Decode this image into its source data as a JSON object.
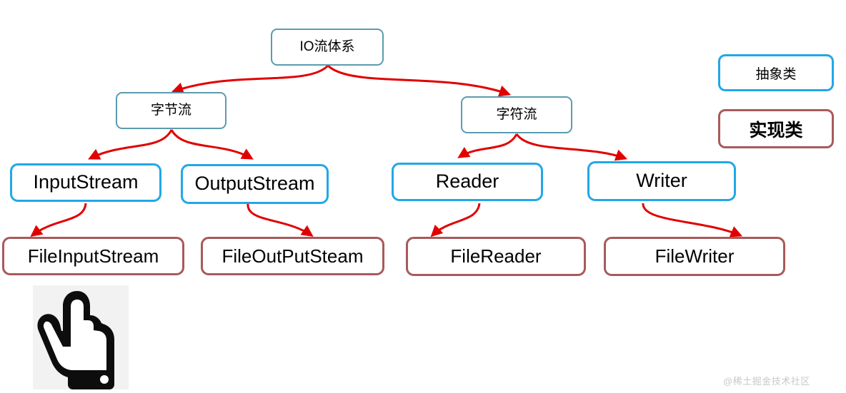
{
  "diagram": {
    "title_node": {
      "label": "IO流体系"
    },
    "level2": [
      {
        "label": "字节流"
      },
      {
        "label": "字符流"
      }
    ],
    "abstract_classes": [
      {
        "label": "InputStream"
      },
      {
        "label": "OutputStream"
      },
      {
        "label": "Reader"
      },
      {
        "label": "Writer"
      }
    ],
    "implementation_classes": [
      {
        "label": "FileInputStream"
      },
      {
        "label": "FileOutPutSteam"
      },
      {
        "label": "FileReader"
      },
      {
        "label": "FileWriter"
      }
    ]
  },
  "legend": {
    "abstract_label": "抽象类",
    "implementation_label": "实现类"
  },
  "colors": {
    "root_border": "#5b9bb0",
    "abstract_border": "#22a7e8",
    "implementation_border": "#a85a5a",
    "arrow": "#e10000",
    "background": "#ffffff"
  },
  "watermark": {
    "text": "@稀土掘金技术社区"
  },
  "cursor": {
    "icon": "pointing-hand-cursor"
  }
}
